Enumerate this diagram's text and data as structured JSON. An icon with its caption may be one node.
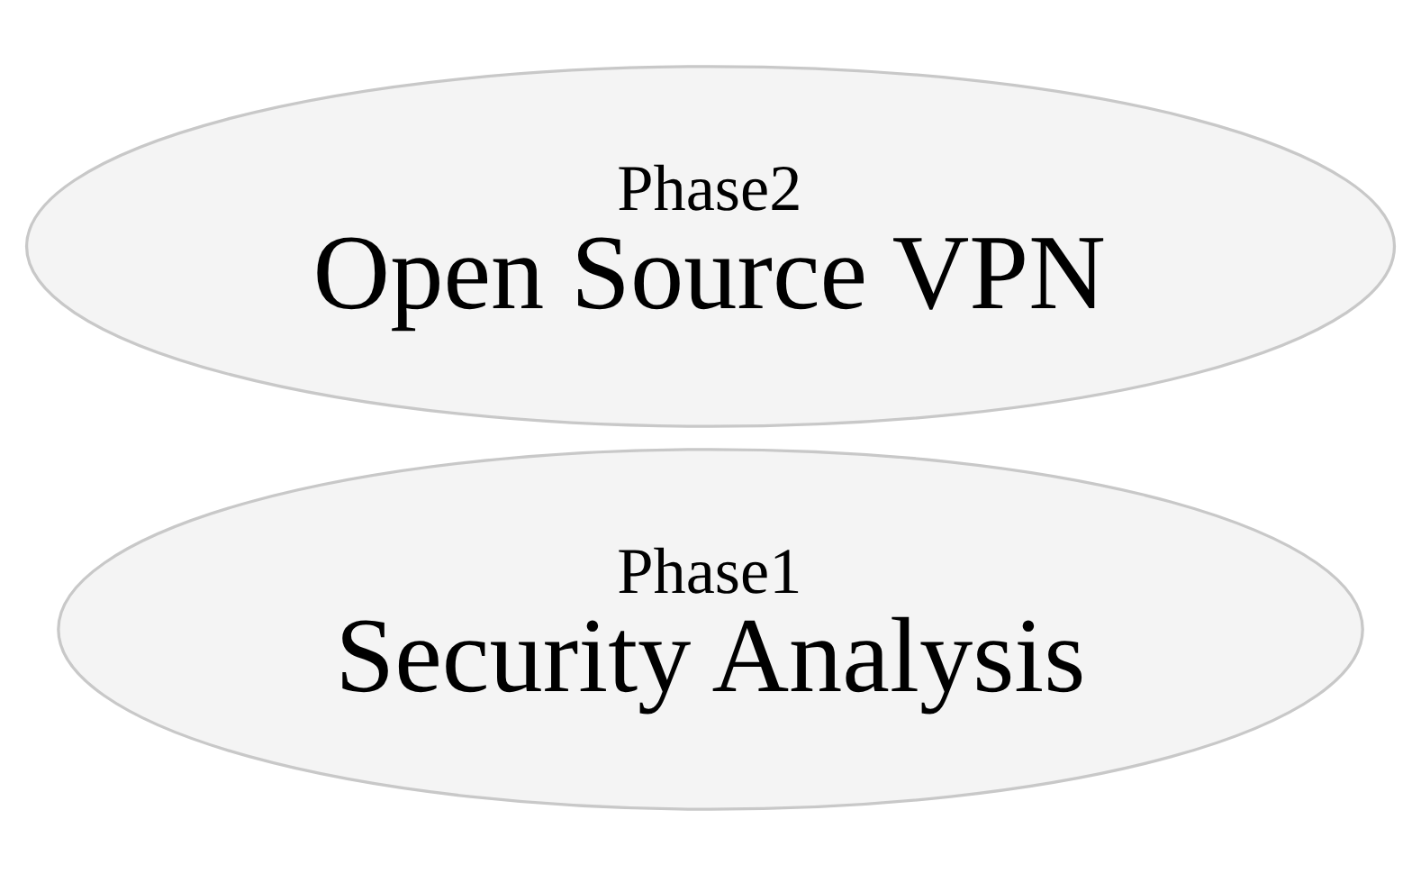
{
  "diagram": {
    "nodes": [
      {
        "text": [
          "Phase1",
          "Security Analysis"
        ]
      },
      {
        "text": [
          "Phase2",
          "Open Source VPN"
        ]
      }
    ]
  }
}
